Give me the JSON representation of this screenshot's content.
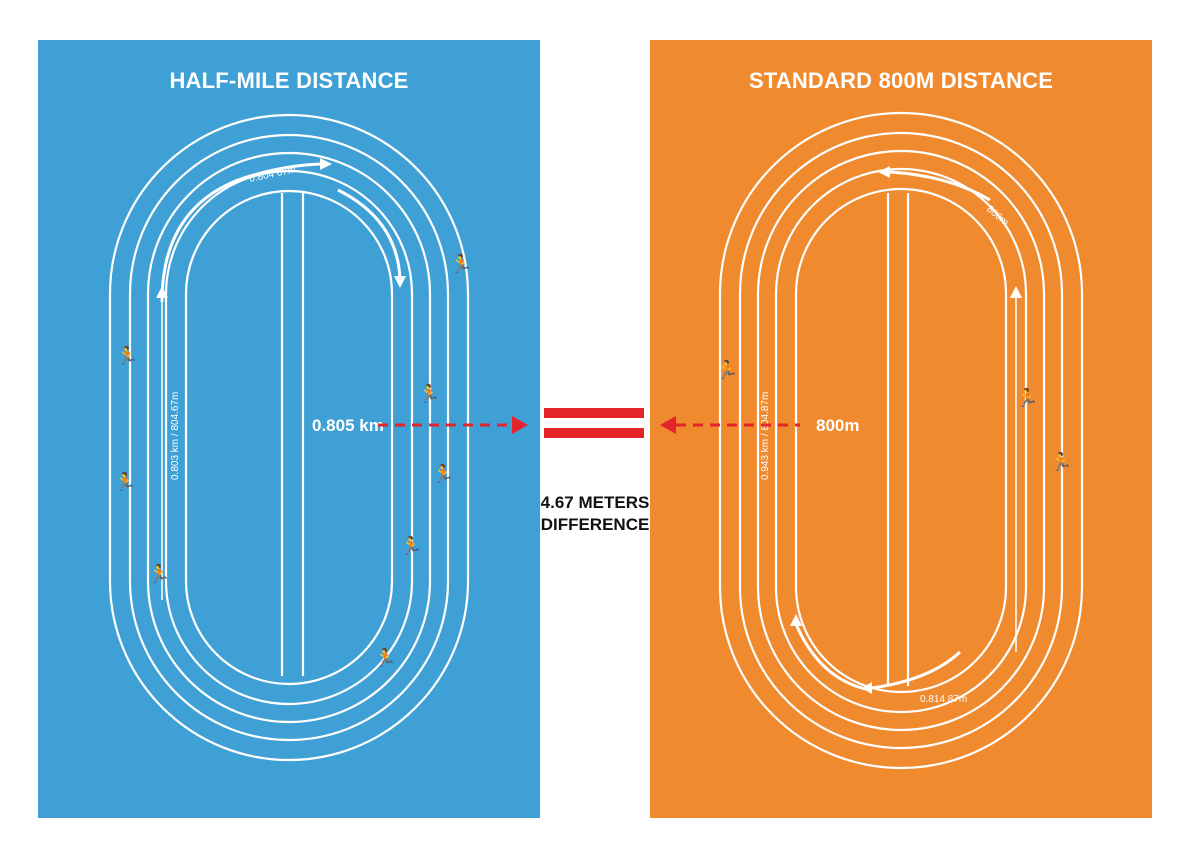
{
  "colors": {
    "left_panel": "#3fa0d6",
    "right_panel": "#f08a2e",
    "track_line": "#ffffff",
    "arrow": "#e3242b"
  },
  "left": {
    "title": "HALF-MILE DISTANCE",
    "distance_label": "0.805 km",
    "curve_label": "0.804 67m",
    "side_label": "0.803 km / 804.67m"
  },
  "right": {
    "title": "STANDARD 800M DISTANCE",
    "distance_label": "800m",
    "curve_label_top": "800m",
    "curve_label_bottom": "0.814 87m",
    "side_label": "0.943 km / 804.87m"
  },
  "center": {
    "difference_line1": "4.67 METERS",
    "difference_line2": "DIFFERENCE"
  },
  "icons": [
    "runner-icon"
  ]
}
